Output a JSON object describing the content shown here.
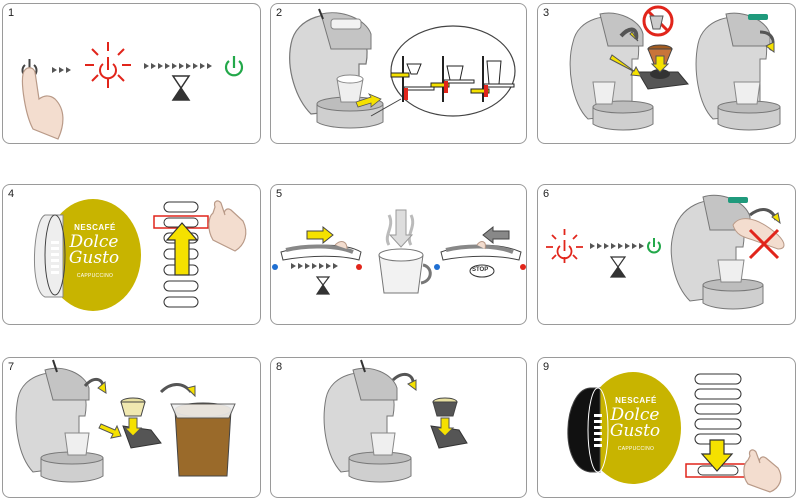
{
  "steps": [
    {
      "number": "1",
      "icon": "power-sequence"
    },
    {
      "number": "2",
      "icon": "drip-tray-adjust"
    },
    {
      "number": "3",
      "icon": "insert-capsule"
    },
    {
      "number": "4",
      "icon": "capsule-level"
    },
    {
      "number": "5",
      "icon": "lever-brew"
    },
    {
      "number": "6",
      "icon": "standby"
    },
    {
      "number": "7",
      "icon": "remove-capsule"
    },
    {
      "number": "8",
      "icon": "insert-capsule-2"
    },
    {
      "number": "9",
      "icon": "capsule-level-2"
    }
  ],
  "capsule": {
    "brand": "NESCAFÉ",
    "line1": "Dolce",
    "line2": "Gusto",
    "variety": "CAPPUCCINO"
  },
  "stop_label": "STOP",
  "colors": {
    "standby_red": "#e1251b",
    "ready_green": "#23a84a",
    "arrow_yellow": "#f5e100",
    "capsule_yellow": "#c8b400"
  }
}
